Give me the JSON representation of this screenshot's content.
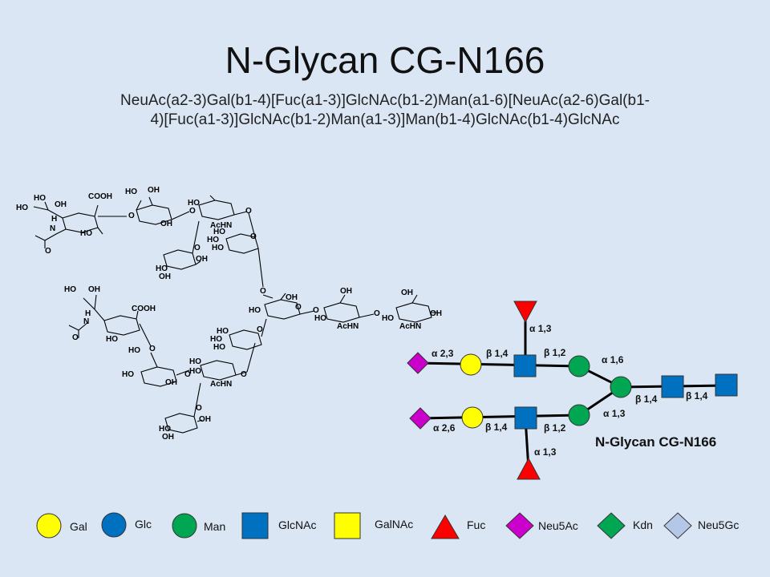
{
  "title": "N-Glycan CG-N166",
  "iupac_line1": "NeuAc(a2-3)Gal(b1-4)[Fuc(a1-3)]GlcNAc(b1-2)Man(a1-6)[NeuAc(a2-6)Gal(b1-",
  "iupac_line2": "4)[Fuc(a1-3)]GlcNAc(b1-2)Man(a1-3)]Man(b1-4)GlcNAc(b1-4)GlcNAc",
  "glycan_name": "N-Glycan CG-N166",
  "colors": {
    "background": "#dae6f4",
    "gal": "#ffff00",
    "glc": "#0070c0",
    "man": "#00a651",
    "glcnac": "#0070c0",
    "galnac": "#ffff00",
    "fuc": "#ff0000",
    "neu5ac": "#cc00cc",
    "kdn": "#00a651",
    "neu5gc": "#b4c7e7"
  },
  "linkages": {
    "fuc_top": "α 1,3",
    "neuac_top": "α 2,3",
    "gal_top": "β 1,4",
    "glcnac_top": "β 1,2",
    "man_top": "α 1,6",
    "man_bottom": "α 1,3",
    "man_core": "β 1,4",
    "glcnac_core": "β 1,4",
    "neuac_bottom": "α 2,6",
    "gal_bottom": "β 1,4",
    "glcnac_bottom": "β 1,2",
    "fuc_bottom": "α 1,3"
  },
  "chem_labels": {
    "ho": "HO",
    "oh": "OH",
    "o": "O",
    "h": "H",
    "n": "N",
    "cooh": "COOH",
    "achn": "AcHN"
  },
  "legend": [
    {
      "label": "Gal",
      "shape": "circle",
      "color": "#ffff00"
    },
    {
      "label": "Glc",
      "shape": "circle",
      "color": "#0070c0"
    },
    {
      "label": "Man",
      "shape": "circle",
      "color": "#00a651"
    },
    {
      "label": "GlcNAc",
      "shape": "square",
      "color": "#0070c0"
    },
    {
      "label": "GalNAc",
      "shape": "square",
      "color": "#ffff00"
    },
    {
      "label": "Fuc",
      "shape": "triangle",
      "color": "#ff0000"
    },
    {
      "label": "Neu5Ac",
      "shape": "diamond",
      "color": "#cc00cc"
    },
    {
      "label": "Kdn",
      "shape": "diamond",
      "color": "#00a651"
    },
    {
      "label": "Neu5Gc",
      "shape": "diamond",
      "color": "#b4c7e7"
    }
  ]
}
